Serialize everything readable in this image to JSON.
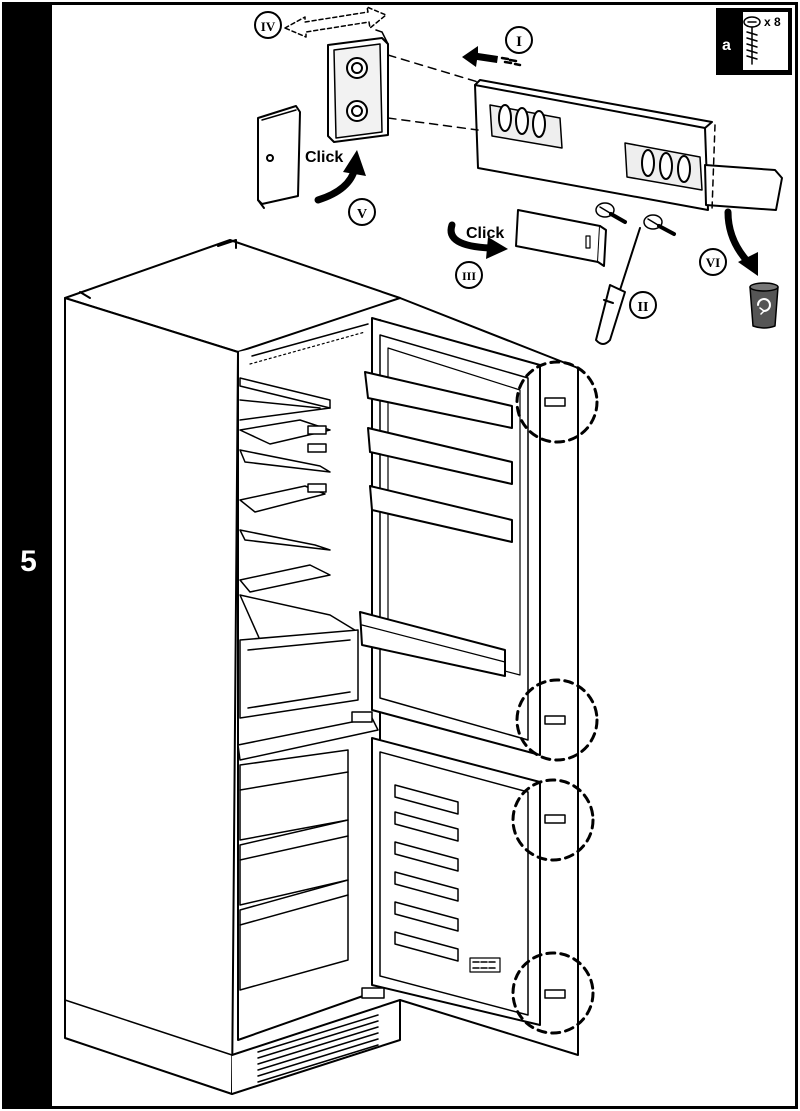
{
  "step": {
    "number": "5"
  },
  "screw_box": {
    "letter": "a",
    "quantity": "x 8"
  },
  "actions": [
    {
      "id": "I",
      "numeral": "I"
    },
    {
      "id": "II",
      "numeral": "II"
    },
    {
      "id": "III",
      "numeral": "III"
    },
    {
      "id": "IV",
      "numeral": "IV"
    },
    {
      "id": "V",
      "numeral": "V"
    },
    {
      "id": "VI",
      "numeral": "VI"
    }
  ],
  "click_labels": [
    "Click",
    "Click"
  ],
  "colors": {
    "ink": "#000000",
    "paper": "#ffffff",
    "bin": "#555555",
    "panel_grey": "#e6e6e6"
  },
  "icons": [
    "screw-icon",
    "screwdriver-icon",
    "recycle-bin-icon"
  ]
}
